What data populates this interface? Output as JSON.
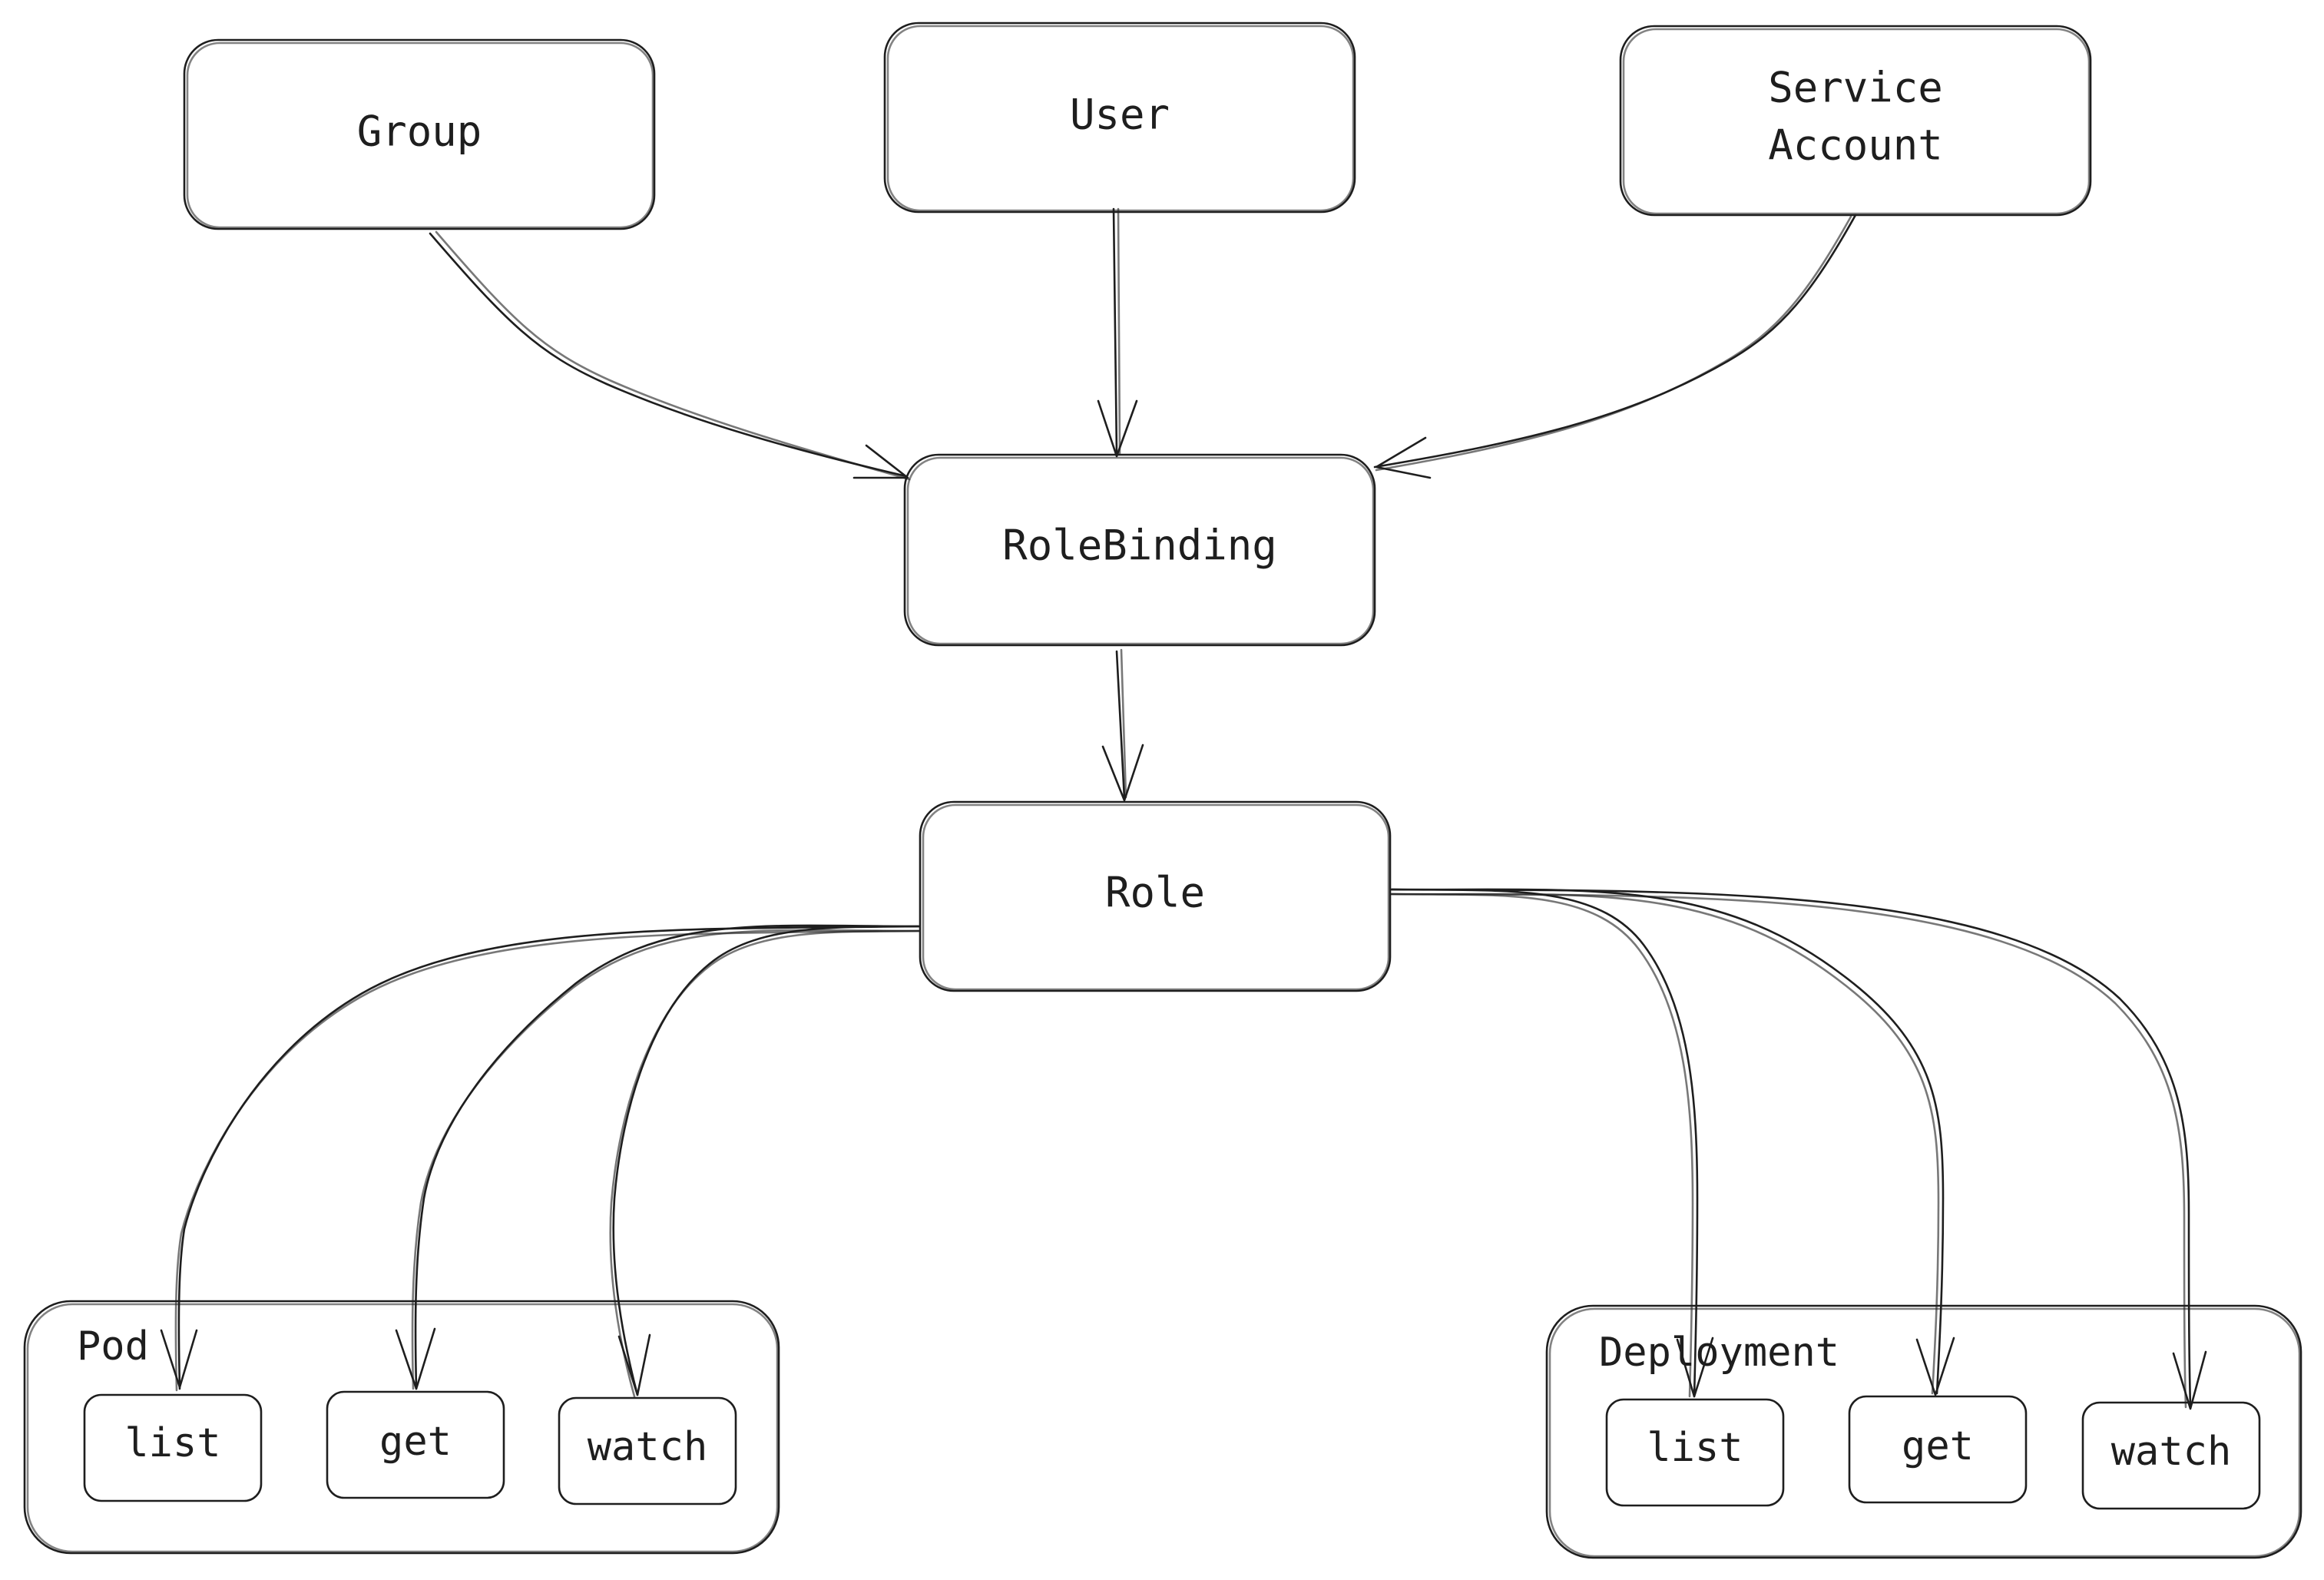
{
  "nodes": {
    "group": {
      "label": "Group",
      "fill": "#a5d8ff"
    },
    "user": {
      "label": "User",
      "fill": "#a5d8ff"
    },
    "service_account": {
      "label_line1": "Service",
      "label_line2": "Account",
      "fill": "#a5d8ff"
    },
    "rolebinding": {
      "label": "RoleBinding",
      "fill": "#b2f2bb"
    },
    "role": {
      "label": "Role",
      "fill": "#ffec99"
    }
  },
  "resources": {
    "pod": {
      "label": "Pod",
      "fill": "#ffc9c9",
      "verbs": [
        "list",
        "get",
        "watch"
      ]
    },
    "deployment": {
      "label": "Deployment",
      "fill": "#ffc9c9",
      "verbs": [
        "list",
        "get",
        "watch"
      ]
    }
  },
  "edges": [
    {
      "from": "Group",
      "to": "RoleBinding"
    },
    {
      "from": "User",
      "to": "RoleBinding"
    },
    {
      "from": "Service Account",
      "to": "RoleBinding"
    },
    {
      "from": "RoleBinding",
      "to": "Role"
    },
    {
      "from": "Role",
      "to": "Pod list"
    },
    {
      "from": "Role",
      "to": "Pod get"
    },
    {
      "from": "Role",
      "to": "Pod watch"
    },
    {
      "from": "Role",
      "to": "Deployment list"
    },
    {
      "from": "Role",
      "to": "Deployment get"
    },
    {
      "from": "Role",
      "to": "Deployment watch"
    }
  ]
}
